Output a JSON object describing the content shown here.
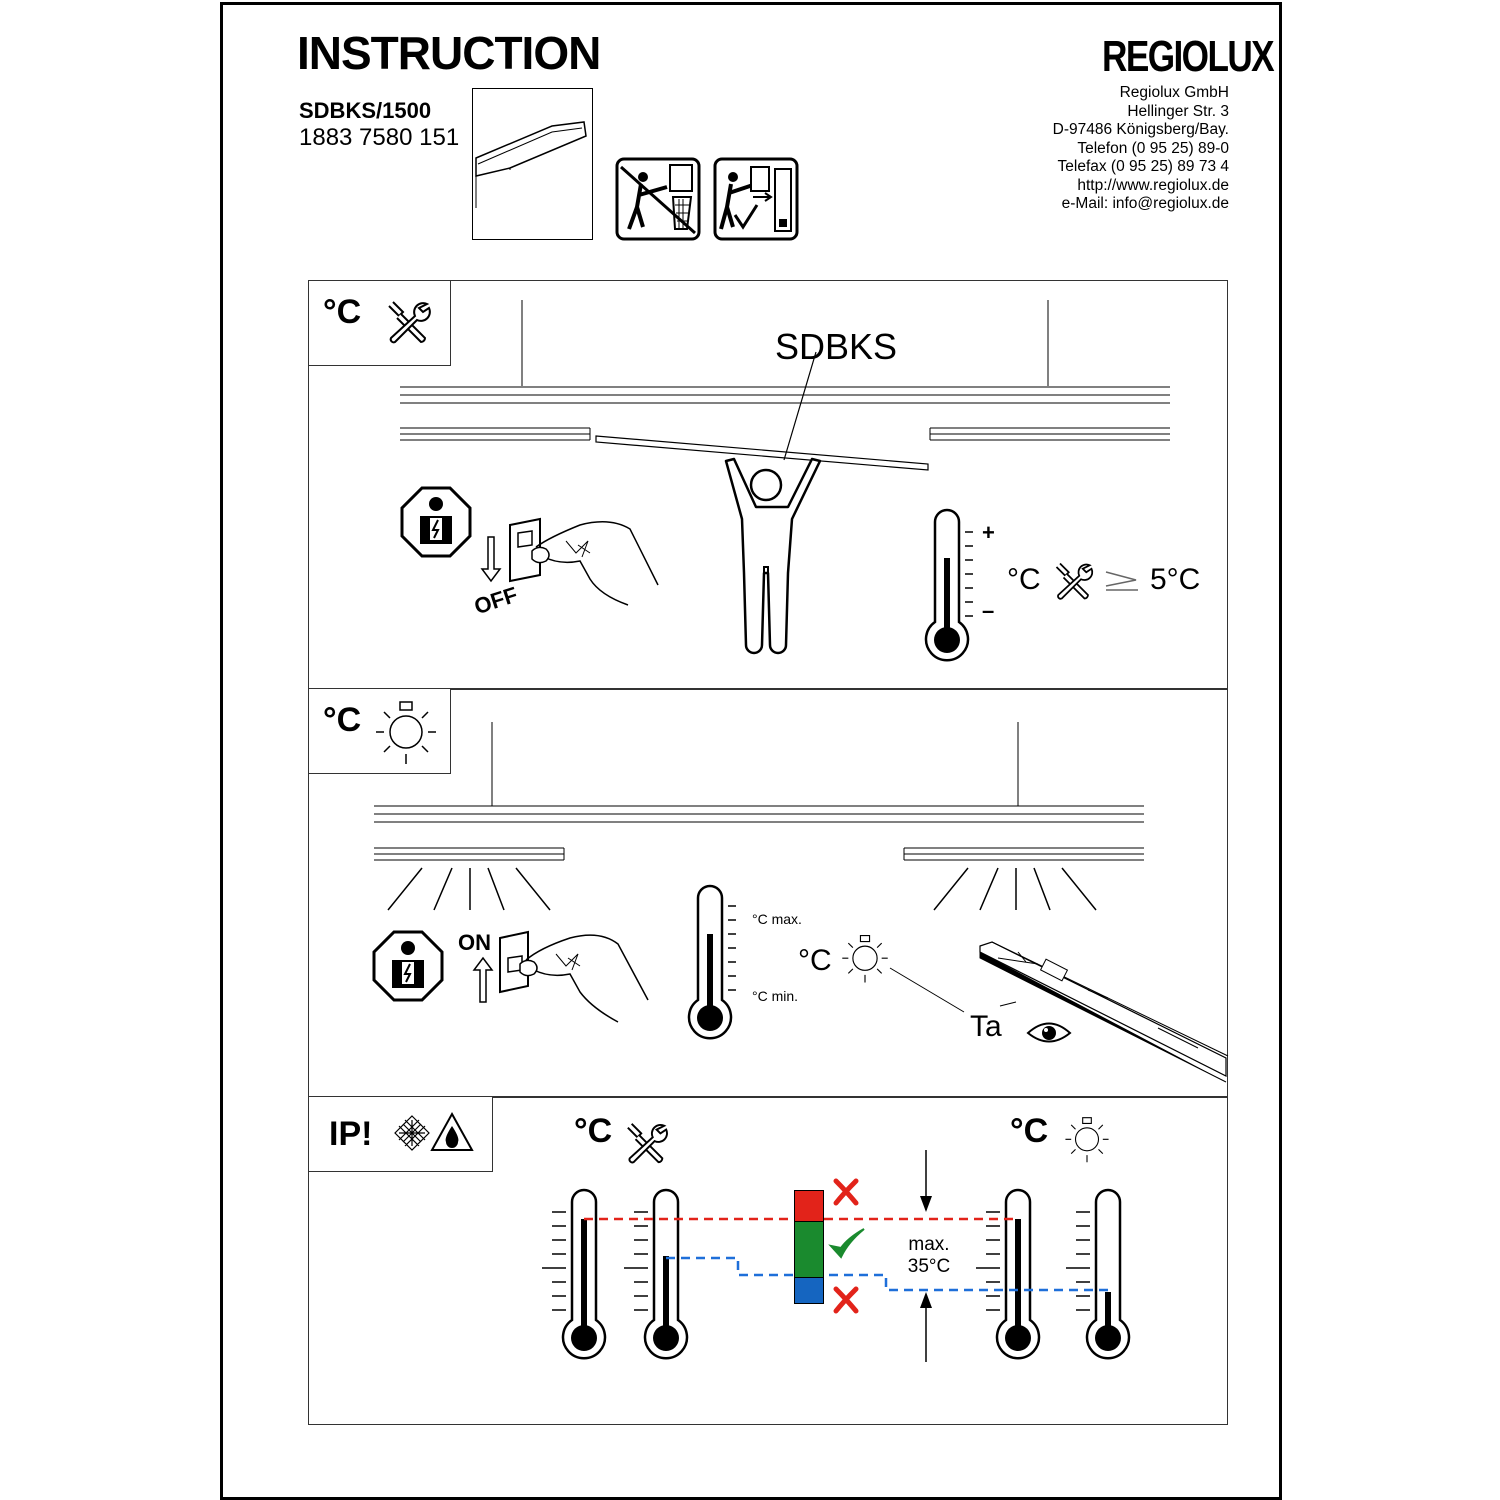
{
  "header": {
    "title": "INSTRUCTION",
    "model": "SDBKS/1500",
    "article_number": "1883 7580 151",
    "brand": "REGIOLUX",
    "address_lines": [
      "Regiolux GmbH",
      "Hellinger Str. 3",
      "D-97486 Königsberg/Bay.",
      "Telefon (0 95 25)  89-0",
      "Telefax (0 95 25)  89 73 4",
      "http://www.regiolux.de",
      "e-Mail: info@regiolux.de"
    ]
  },
  "section_install": {
    "tab_label": "°C",
    "product_label": "SDBKS",
    "switch_label": "OFF",
    "thermo_plus": "+",
    "thermo_minus": "–",
    "temp_unit": "°C",
    "min_temp": "5°C"
  },
  "section_operation": {
    "tab_label": "°C",
    "switch_label": "ON",
    "thermo_max": "°C max.",
    "thermo_min": "°C min.",
    "temp_unit": "°C",
    "ambient_label": "Ta"
  },
  "section_ip": {
    "tab_label": "IP!",
    "install_temp_unit": "°C",
    "operation_temp_unit": "°C",
    "max_diff_line1": "max.",
    "max_diff_line2": "35°C"
  },
  "colors": {
    "red": "#e2231a",
    "green": "#1a8a2e",
    "blue": "#1565c0",
    "dashed_red": "#e2231a",
    "dashed_blue": "#1e6fd9"
  },
  "icons": [
    "product-thumbnail",
    "do-not-dispose-icon",
    "keep-instructions-icon",
    "tools-icon",
    "lamp-icon",
    "electrician-icon",
    "switch-hand-icon",
    "person-icon",
    "thermometer-icon",
    "eye-icon",
    "dust-icon",
    "water-drop-icon",
    "cross-icon",
    "check-icon"
  ]
}
